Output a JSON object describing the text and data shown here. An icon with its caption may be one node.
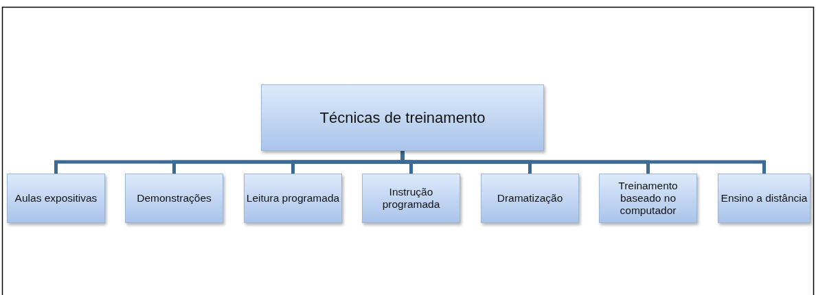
{
  "diagram": {
    "nodes": [
      {
        "text": [
          "Técnicas de treinamento"
        ]
      },
      {
        "text": [
          "Aulas expositivas"
        ]
      },
      {
        "text": [
          "Demonstrações"
        ]
      },
      {
        "text": [
          "Leitura programada"
        ]
      },
      {
        "text": [
          "Instrução programada"
        ]
      },
      {
        "text": [
          "Dramatização"
        ]
      },
      {
        "text": [
          "Treinamento baseado no computador"
        ]
      },
      {
        "text": [
          "Ensino a distância"
        ]
      }
    ],
    "edges": [
      {
        "from": 0,
        "to": 1,
        "arrow": "none"
      },
      {
        "from": 0,
        "to": 2,
        "arrow": "none"
      },
      {
        "from": 0,
        "to": 3,
        "arrow": "none"
      },
      {
        "from": 0,
        "to": 4,
        "arrow": "none"
      },
      {
        "from": 0,
        "to": 5,
        "arrow": "none"
      },
      {
        "from": 0,
        "to": 6,
        "arrow": "none"
      },
      {
        "from": 0,
        "to": 7,
        "arrow": "none"
      }
    ]
  }
}
